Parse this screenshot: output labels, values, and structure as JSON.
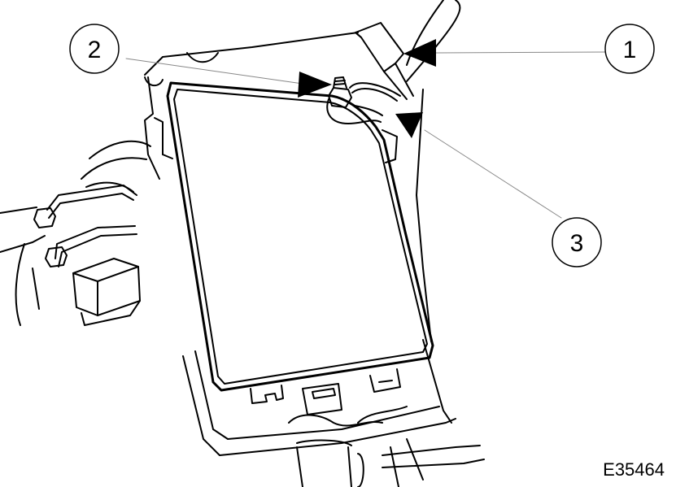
{
  "diagram": {
    "callouts": [
      {
        "id": "1",
        "label": "1"
      },
      {
        "id": "2",
        "label": "2"
      },
      {
        "id": "3",
        "label": "3"
      }
    ],
    "reference_code": "E35464",
    "colors": {
      "line": "#000000",
      "leader": "#888888",
      "background": "#ffffff"
    }
  }
}
